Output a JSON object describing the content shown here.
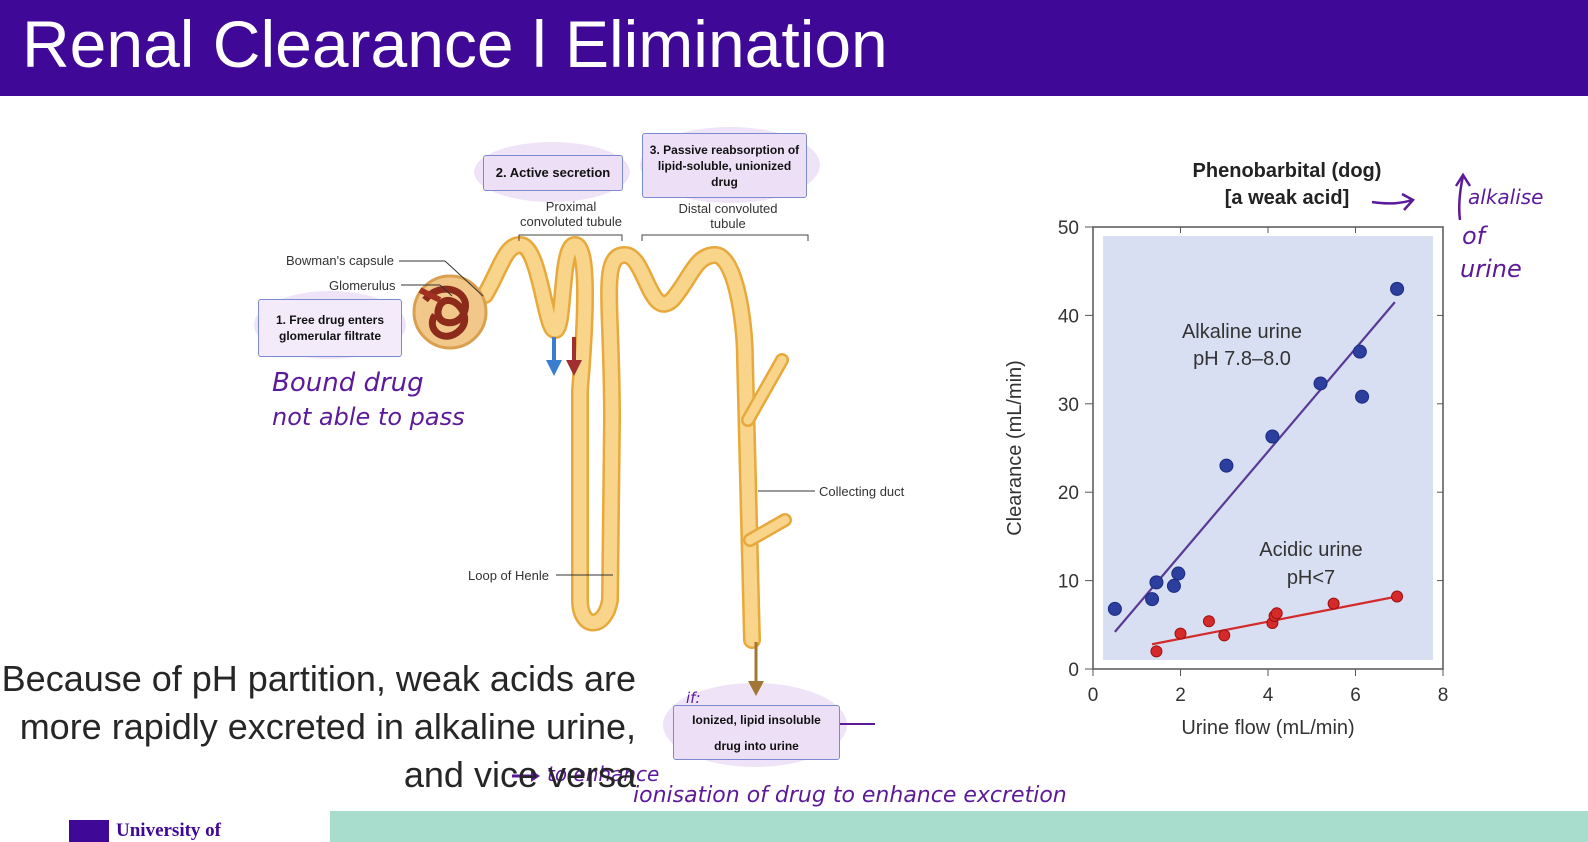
{
  "header": {
    "title": "Renal Clearance l Elimination"
  },
  "diagram": {
    "box1": "1.  Free drug enters glomerular filtrate",
    "box2": "2. Active secretion",
    "box3": "3. Passive reabsorption of lipid-soluble, unionized drug",
    "box4": "Ionized, lipid insoluble drug into urine",
    "labels": {
      "bowmans": "Bowman's capsule",
      "glomerulus": "Glomerulus",
      "proximal": "Proximal convoluted tubule",
      "distal": "Distal convoluted tubule",
      "collecting": "Collecting duct",
      "henle": "Loop of Henle"
    }
  },
  "body_text": "Because of pH partition, weak acids are more rapidly excreted in alkaline urine, and vice versa",
  "handwritten": {
    "bound_drug_1": "Bound drug",
    "bound_drug_2": "not able to pass",
    "if": "if:",
    "enhance_1": "to enhance",
    "enhance_2": "ionisation of drug to enhance excretion",
    "alkalise_1": "alkalise",
    "alkalise_2": "of",
    "alkalise_3": "urine"
  },
  "chart_data": {
    "type": "scatter",
    "title": "Phenobarbital (dog)",
    "subtitle": "[a weak acid]",
    "xlabel": "Urine flow (mL/min)",
    "ylabel": "Clearance (mL/min)",
    "xlim": [
      0,
      8
    ],
    "ylim": [
      0,
      50
    ],
    "xticks": [
      0,
      2,
      4,
      6,
      8
    ],
    "yticks": [
      0,
      10,
      20,
      30,
      40,
      50
    ],
    "background": "#d8dff2",
    "series": [
      {
        "name": "Alkaline urine pH 7.8–8.0",
        "label_line1": "Alkaline urine",
        "label_line2": "pH 7.8–8.0",
        "color": "#2d3f9e",
        "line_color": "#5a3a96",
        "fit": [
          [
            0.5,
            4.2
          ],
          [
            6.9,
            41.5
          ]
        ],
        "points": [
          [
            0.5,
            6.8
          ],
          [
            1.35,
            7.9
          ],
          [
            1.45,
            9.8
          ],
          [
            1.85,
            9.4
          ],
          [
            1.95,
            10.8
          ],
          [
            3.05,
            23.0
          ],
          [
            4.1,
            26.3
          ],
          [
            5.2,
            32.3
          ],
          [
            6.1,
            35.9
          ],
          [
            6.15,
            30.8
          ],
          [
            6.95,
            43.0
          ]
        ]
      },
      {
        "name": "Acidic urine pH<7",
        "label_line1": "Acidic urine",
        "label_line2": "pH<7",
        "color": "#d42a2a",
        "line_color": "#d42a2a",
        "fit": [
          [
            1.35,
            2.8
          ],
          [
            6.95,
            8.2
          ]
        ],
        "points": [
          [
            1.45,
            2.0
          ],
          [
            2.0,
            4.0
          ],
          [
            2.65,
            5.4
          ],
          [
            3.0,
            3.8
          ],
          [
            4.1,
            5.2
          ],
          [
            4.15,
            6.0
          ],
          [
            4.2,
            6.3
          ],
          [
            5.5,
            7.4
          ],
          [
            6.95,
            8.2
          ]
        ]
      }
    ]
  },
  "footer": {
    "university": "University of"
  }
}
